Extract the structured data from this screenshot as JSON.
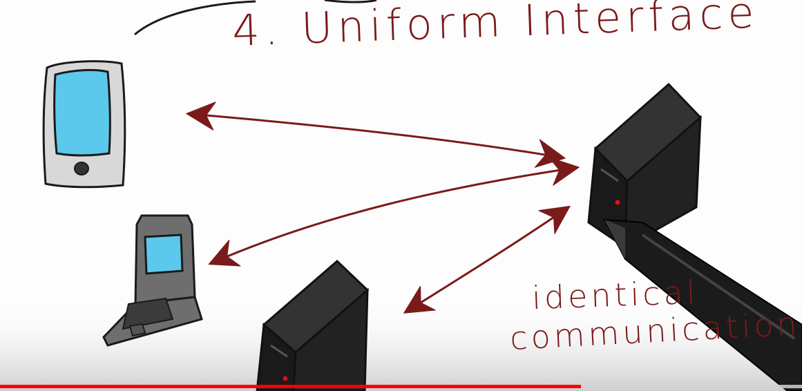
{
  "slide": {
    "title": "4. Uniform Interface",
    "label_line1": "identical",
    "label_line2": "communication"
  },
  "video_player": {
    "progress_fraction": 0.724
  },
  "icons": {
    "phone": "smartphone-icon",
    "laptop": "laptop-icon",
    "server_main": "server-icon",
    "server_secondary": "server-icon",
    "pen": "stylus-pen-icon"
  },
  "colors": {
    "ink": "#7a1a1a",
    "progress": "#ff0000",
    "screen": "#5bc8ec",
    "server": "#1a1a1a"
  }
}
